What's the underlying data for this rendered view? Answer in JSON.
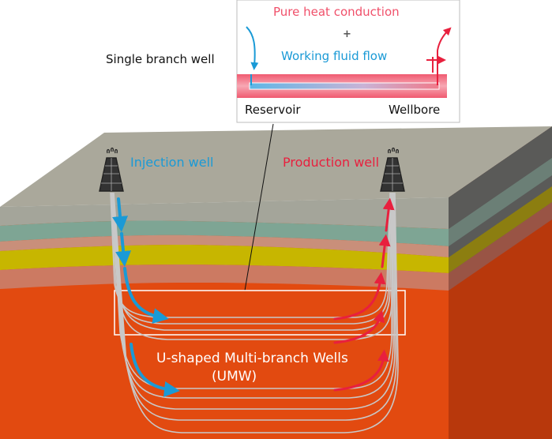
{
  "labels": {
    "single_branch_well": "Single branch well",
    "pure_heat_conduction": "Pure heat conduction",
    "plus": "+",
    "working_fluid_flow": "Working fluid flow",
    "reservoir": "Reservoir",
    "wellbore": "Wellbore",
    "injection_well": "Injection well",
    "production_well": "Production well",
    "umw_line1": "U-shaped Multi-branch Wells",
    "umw_line2": "(UMW)"
  },
  "colors": {
    "injection": "#1a9ad6",
    "production": "#e8203e",
    "reservoir": "#e24a10",
    "surface": "#aaa89b",
    "yellow_layer": "#c7b600"
  }
}
